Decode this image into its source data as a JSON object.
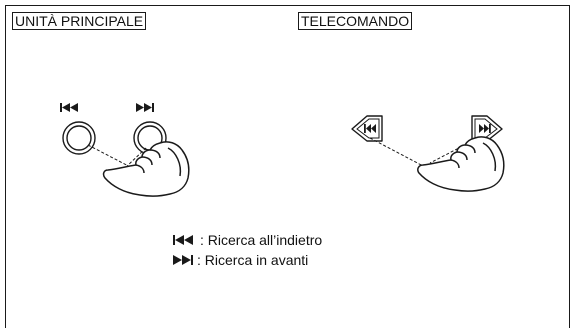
{
  "labels": {
    "main_unit": "UNITÀ PRINCIPALE",
    "remote": "TELECOMANDO"
  },
  "legend": [
    {
      "icon": "skip-back-icon",
      "text": ": Ricerca all’indietro"
    },
    {
      "icon": "skip-forward-icon",
      "text": ": Ricerca in avanti"
    }
  ],
  "colors": {
    "line": "#1a1a1a",
    "background": "#ffffff"
  }
}
